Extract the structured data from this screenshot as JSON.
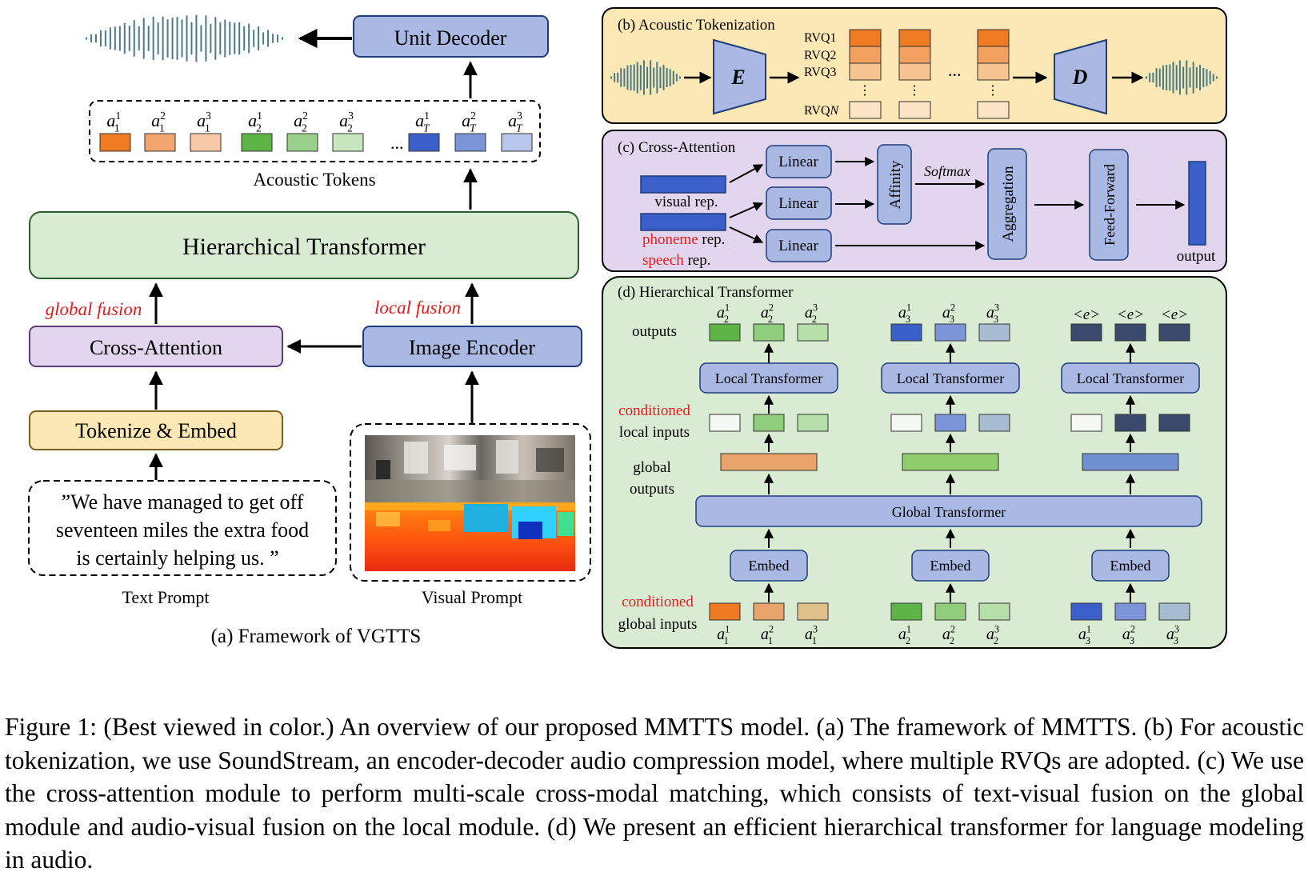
{
  "panel_a": {
    "unit_decoder": "Unit Decoder",
    "acoustic_tokens_label": "Acoustic Tokens",
    "token_labels": [
      "a",
      "a",
      "a",
      "a",
      "a",
      "a",
      "a",
      "a",
      "a"
    ],
    "token_sups": [
      "1",
      "2",
      "3",
      "1",
      "2",
      "3",
      "1",
      "2",
      "3"
    ],
    "token_subs": [
      "1",
      "1",
      "1",
      "2",
      "2",
      "2",
      "T",
      "T",
      "T"
    ],
    "ellipsis": "...",
    "hierarchical_transformer": "Hierarchical Transformer",
    "global_fusion": "global fusion",
    "local_fusion": "local fusion",
    "cross_attention": "Cross-Attention",
    "image_encoder": "Image Encoder",
    "tokenize_embed": "Tokenize & Embed",
    "text_prompt_lines": [
      "”We have managed to get off",
      "seventeen miles the extra food",
      "is certainly helping us. ”"
    ],
    "text_prompt_label": "Text Prompt",
    "visual_prompt_label": "Visual Prompt",
    "title": "(a) Framework of VGTTS"
  },
  "panel_b": {
    "title": "(b) Acoustic Tokenization",
    "encoder": "E",
    "decoder": "D",
    "rvq_labels": [
      "RVQ1",
      "RVQ2",
      "RVQ3"
    ],
    "rvq_last": "RVQ",
    "rvq_last_italic": "N",
    "vertical_dots": "⋮",
    "ellipsis": "..."
  },
  "panel_c": {
    "title": "(c) Cross-Attention",
    "linear": "Linear",
    "affinity": "Affinity",
    "softmax": "Softmax",
    "aggregation": "Aggregation",
    "feed_forward": "Feed-Forward",
    "visual_rep": "visual rep.",
    "phoneme": "phoneme",
    "speech": "speech",
    "rep": "rep.",
    "output": "output"
  },
  "panel_d": {
    "title": "(d) Hierarchical Transformer",
    "outputs": "outputs",
    "conditioned": "conditioned",
    "local_inputs": "local inputs",
    "global_outputs_lines": [
      "global",
      "outputs"
    ],
    "global_inputs": "global inputs",
    "local_transformer": "Local Transformer",
    "global_transformer": "Global Transformer",
    "embed": "Embed",
    "end_token": "<e>",
    "out_sups_1": [
      "1",
      "2",
      "3"
    ],
    "out_sub_1": "2",
    "out_sups_2": [
      "1",
      "2",
      "3"
    ],
    "out_sub_2": "3",
    "in_sups": [
      "1",
      "2",
      "3"
    ],
    "in_subs": [
      "1",
      "2",
      "3"
    ]
  },
  "caption": "Figure 1: (Best viewed in color.) An overview of our proposed MMTTS model. (a) The framework of MMTTS. (b) For acoustic tokenization, we use SoundStream, an encoder-decoder audio compression model, where multiple RVQs are adopted. (c) We use the cross-attention module to perform multi-scale cross-modal matching, which consists of text-visual fusion on the global module and audio-visual fusion on the local module. (d) We present an efficient hierarchical transformer for language modeling in audio.",
  "colors": {
    "blue_box": "#a9b9e3",
    "green_box": "#d9ecd3",
    "purple_box": "#e2d5ee",
    "yellow_box": "#fbe8b4",
    "red_text": "#e11d1d",
    "wave": "#4a7a88"
  }
}
